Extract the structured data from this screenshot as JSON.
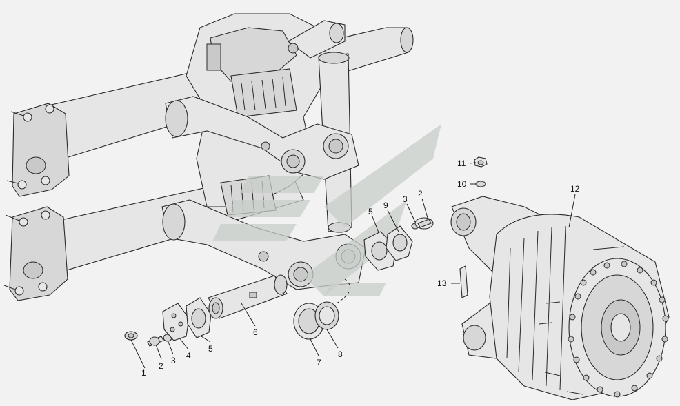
{
  "diagram": {
    "callouts": [
      {
        "id": "c1",
        "text": "1"
      },
      {
        "id": "c2a",
        "text": "2"
      },
      {
        "id": "c3a",
        "text": "3"
      },
      {
        "id": "c4",
        "text": "4"
      },
      {
        "id": "c5a",
        "text": "5"
      },
      {
        "id": "c6",
        "text": "6"
      },
      {
        "id": "c7",
        "text": "7"
      },
      {
        "id": "c8",
        "text": "8"
      },
      {
        "id": "c5b",
        "text": "5"
      },
      {
        "id": "c9",
        "text": "9"
      },
      {
        "id": "c3b",
        "text": "3"
      },
      {
        "id": "c2b",
        "text": "2"
      },
      {
        "id": "c11",
        "text": "11"
      },
      {
        "id": "c10",
        "text": "10"
      },
      {
        "id": "c12",
        "text": "12"
      },
      {
        "id": "c13",
        "text": "13"
      }
    ],
    "colors": {
      "background": "#f2f2f2",
      "line": "#2a2a2a",
      "part_fill": "#e6e6e6",
      "watermark": "#c8cdca"
    }
  }
}
